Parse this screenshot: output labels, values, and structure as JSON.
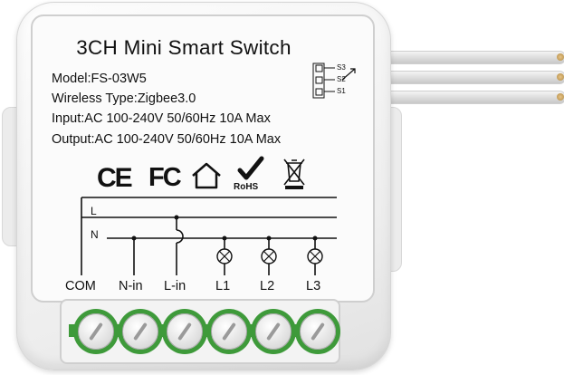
{
  "device": {
    "title": "3CH Mini Smart Switch",
    "model": "Model:FS-03W5",
    "wireless": "Wireless Type:Zigbee3.0",
    "input": "Input:AC 100-240V 50/60Hz 10A Max",
    "output": "Output:AC 100-240V 50/60Hz 10A Max"
  },
  "certifications": {
    "ce": "CE",
    "fc": "FC",
    "rohs": "RoHS",
    "icons": [
      "ce-mark",
      "fcc-mark",
      "house-icon",
      "rohs-check-icon",
      "weee-bin-icon"
    ]
  },
  "wiring": {
    "line": "L",
    "neutral": "N",
    "switch_labels": [
      "S3",
      "S2",
      "S1"
    ]
  },
  "terminals": [
    "COM",
    "N-in",
    "L-in",
    "L1",
    "L2",
    "L3"
  ],
  "colors": {
    "housing": "#f0f0f0",
    "terminal_green": "#3e9a3a",
    "wire_copper": "#b38a3f",
    "text": "#111111"
  }
}
